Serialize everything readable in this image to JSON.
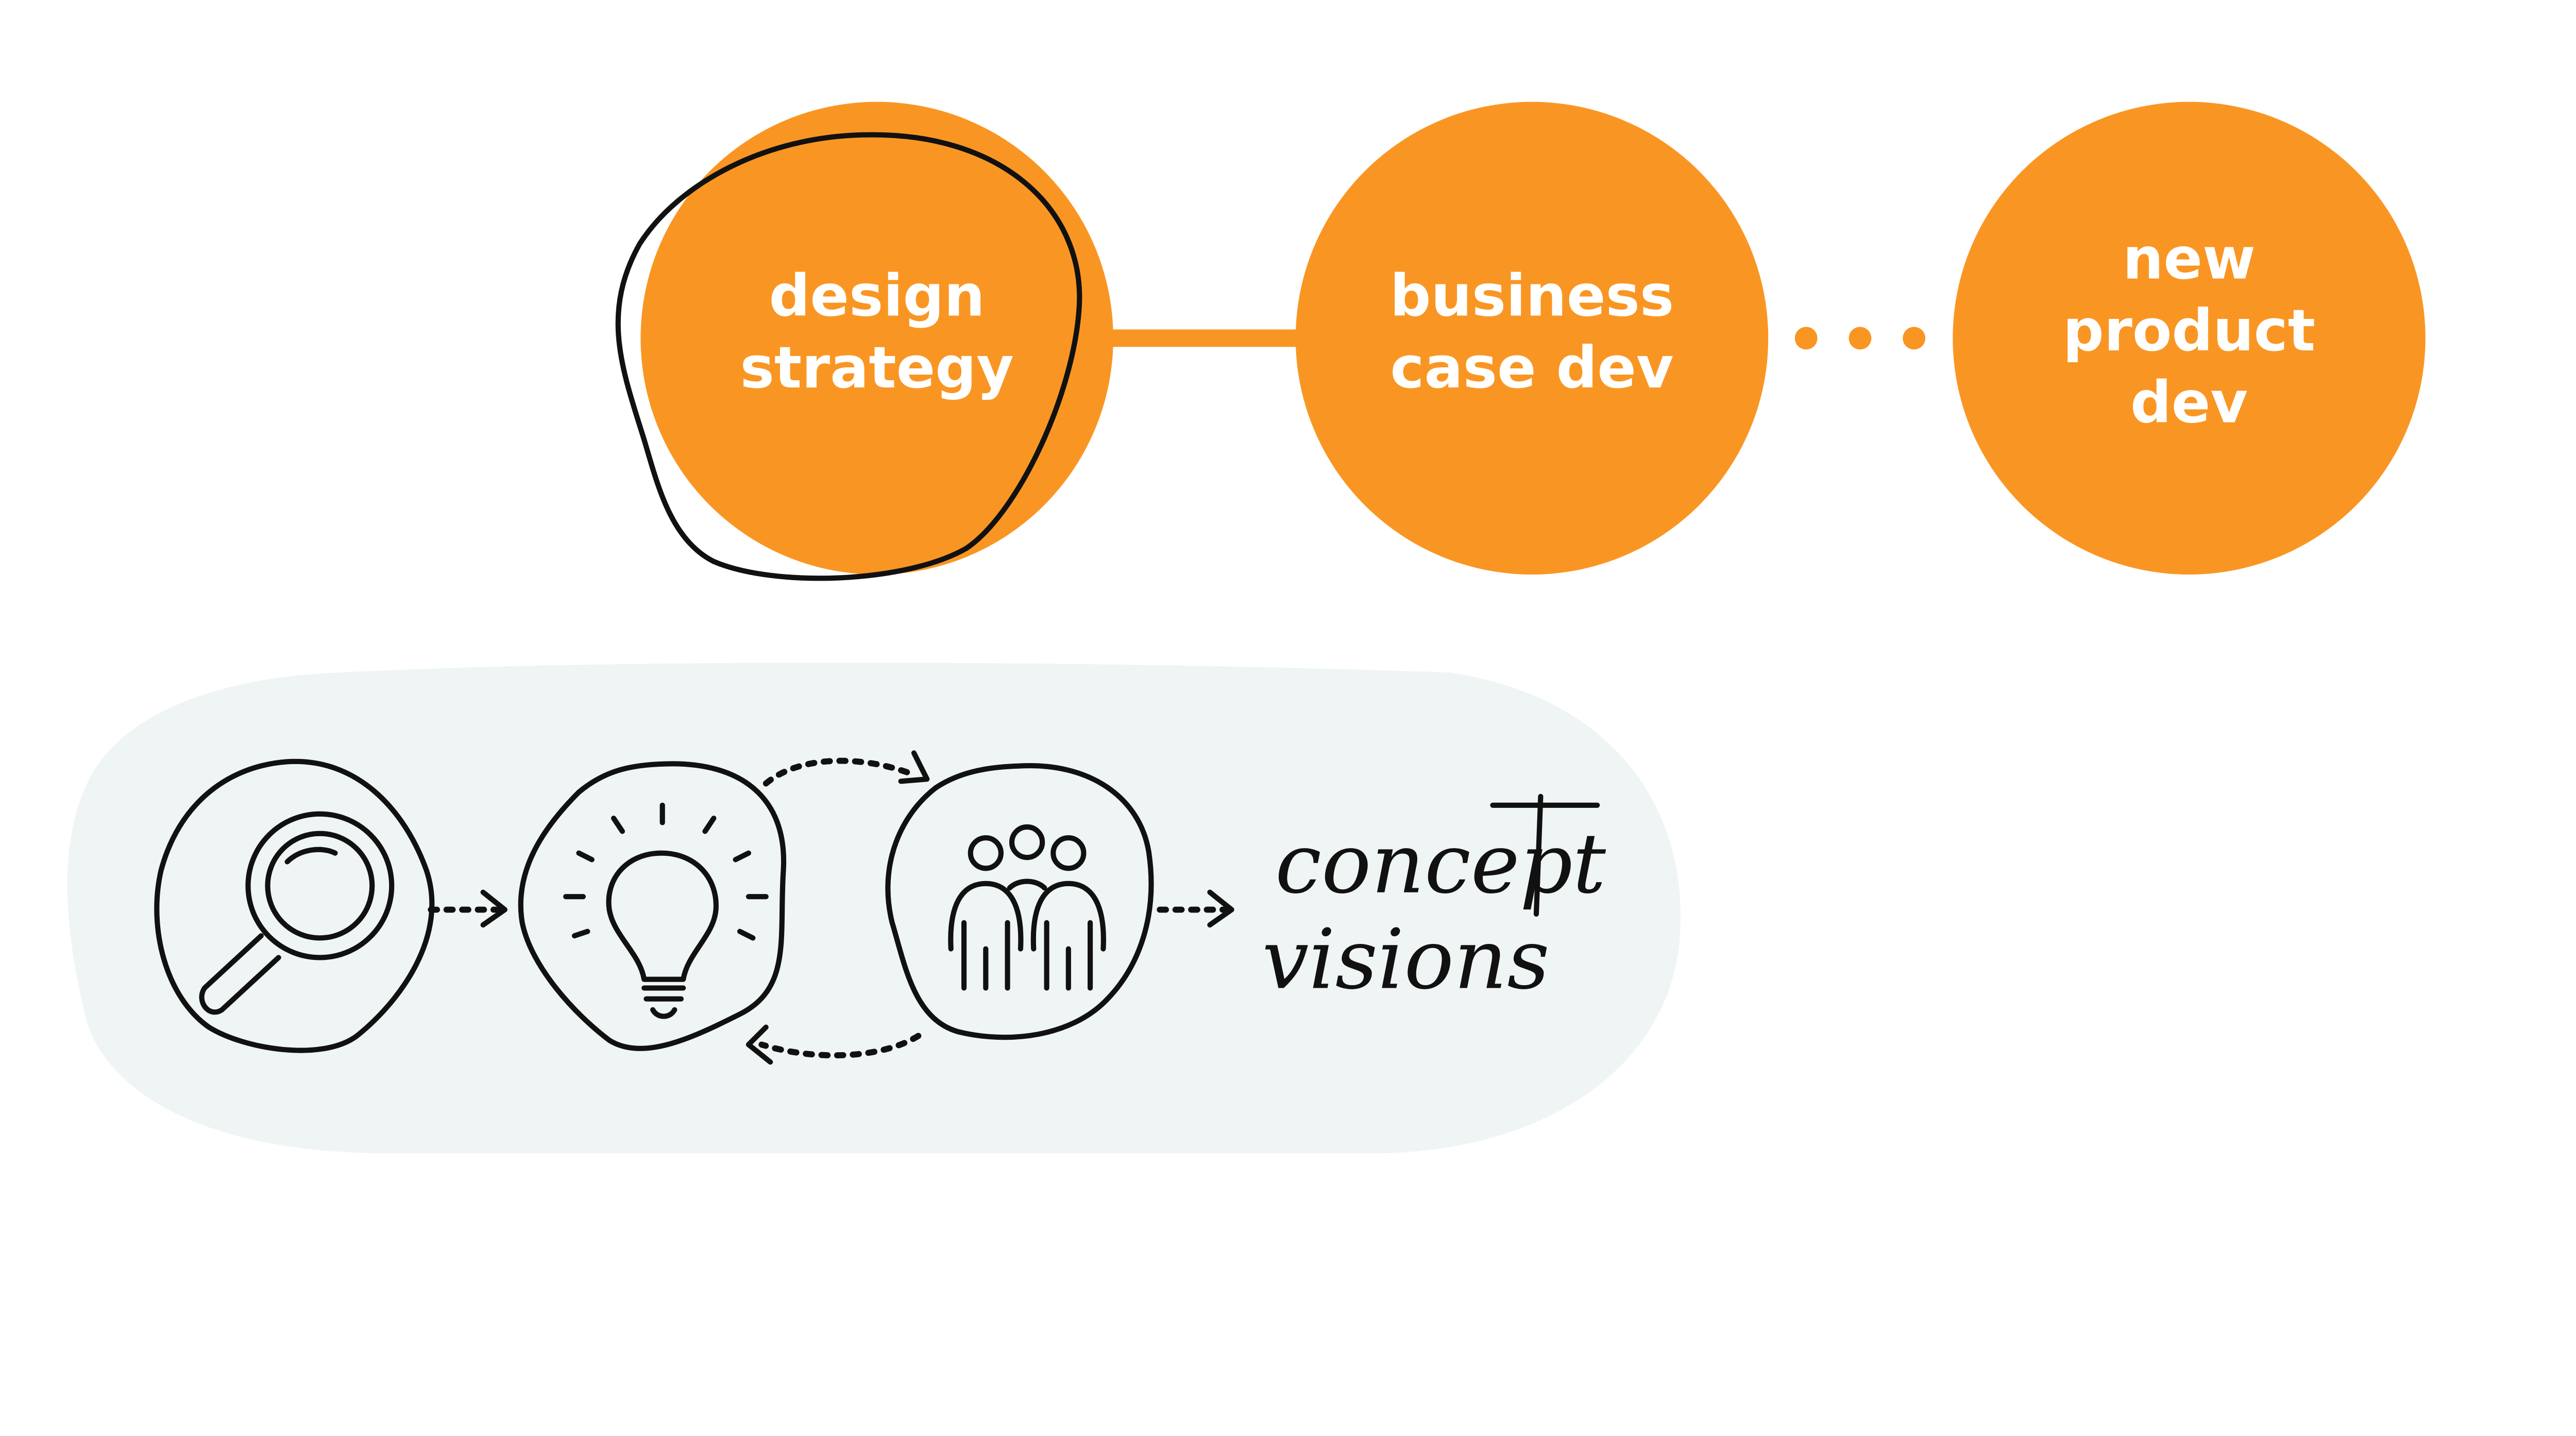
{
  "colors": {
    "accent": "#F99623",
    "panel": "#EFF4F4",
    "ink": "#111111"
  },
  "stages": [
    {
      "lines": [
        "design",
        "strategy"
      ]
    },
    {
      "lines": [
        "business",
        "case dev"
      ]
    },
    {
      "lines": [
        "new",
        "product",
        "dev"
      ]
    }
  ],
  "process": {
    "icons": [
      "magnifier-icon",
      "lightbulb-icon",
      "people-icon"
    ],
    "output_lines": [
      "concept",
      "visions"
    ]
  }
}
